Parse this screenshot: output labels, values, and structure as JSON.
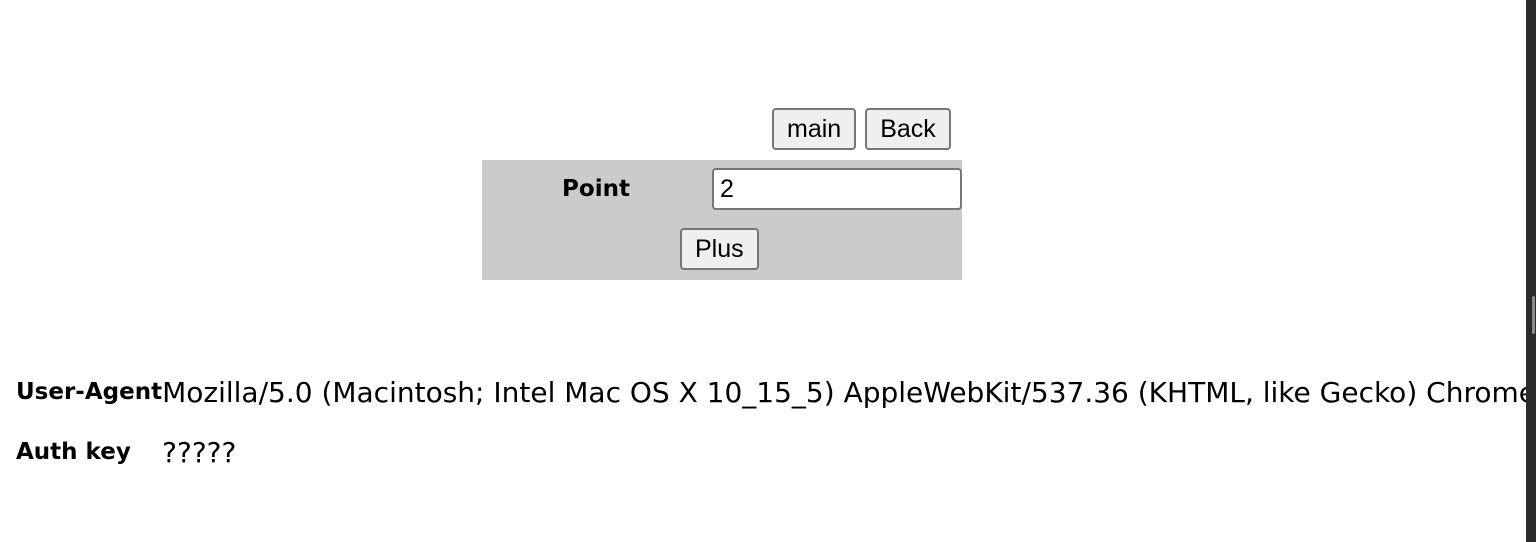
{
  "nav": {
    "main_label": "main",
    "back_label": "Back"
  },
  "form": {
    "point_label": "Point",
    "point_value": "2",
    "plus_label": "Plus"
  },
  "info": [
    {
      "key": "User-Agent",
      "value": "Mozilla/5.0 (Macintosh; Intel Mac OS X 10_15_5) AppleWebKit/537.36 (KHTML, like Gecko) Chrome"
    },
    {
      "key": "Auth key",
      "value": "?????"
    }
  ]
}
